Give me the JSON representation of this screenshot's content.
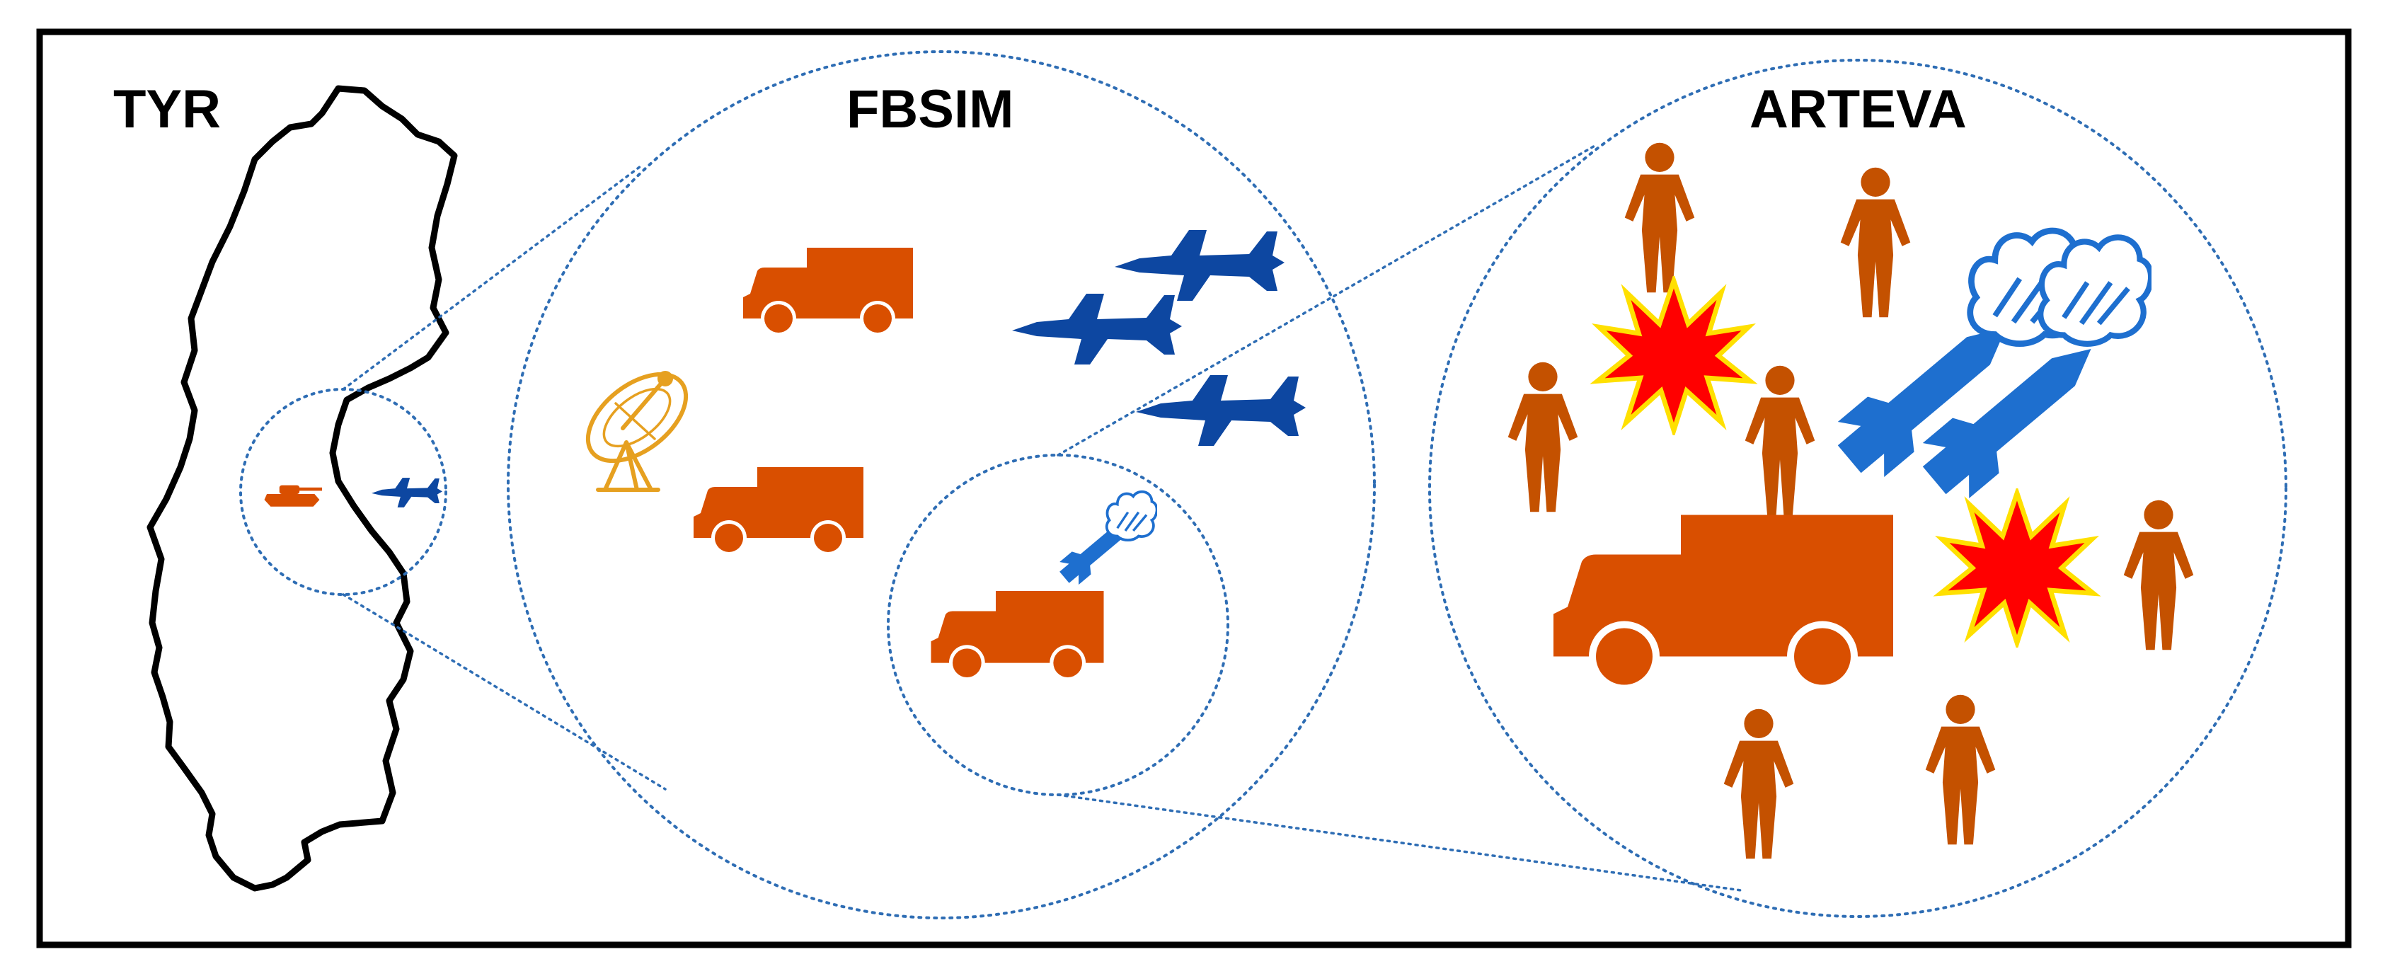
{
  "diagram": {
    "levels": [
      {
        "title": "TYR"
      },
      {
        "title": "FBSIM"
      },
      {
        "title": "ARTEVA"
      }
    ],
    "colors": {
      "frame": "#000000",
      "zoom_lines": "#2e6db4",
      "ground_units": "#d94f00",
      "soldiers": "#c45100",
      "air_units": "#0d47a1",
      "missiles": "#1e6fcf",
      "radar": "#e6a020",
      "explosion_fill": "#ff0000",
      "explosion_outline": "#ffe000"
    },
    "icons": [
      "map-outline-icon",
      "tank-icon",
      "jet-icon",
      "truck-icon",
      "radar-dish-icon",
      "missile-icon",
      "soldier-icon",
      "explosion-icon"
    ]
  }
}
